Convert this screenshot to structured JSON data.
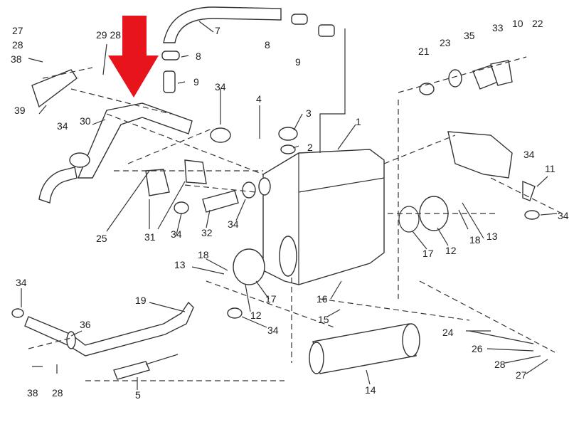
{
  "diagram": {
    "arrow_color": "#e8141c",
    "labels": {
      "l27a": "27",
      "l28a": "28",
      "l38a": "38",
      "l39": "39",
      "l29_28": "29 28",
      "l7": "7",
      "l8a": "8",
      "l8b": "8",
      "l9a": "9",
      "l9b": "9",
      "l34a": "34",
      "l30": "30",
      "l34b": "34",
      "l4": "4",
      "l3": "3",
      "l2": "2",
      "l1": "1",
      "l25": "25",
      "l31": "31",
      "l34c": "34",
      "l32": "32",
      "l34d": "34",
      "l21": "21",
      "l23": "23",
      "l35": "35",
      "l33": "33",
      "l10": "10",
      "l22": "22",
      "l34e": "34",
      "l11": "11",
      "l34f": "34",
      "l13a": "13",
      "l18a": "18",
      "l12a": "12",
      "l17a": "17",
      "l13b": "13",
      "l18b": "18",
      "l17b": "17",
      "l12b": "12",
      "l16": "16",
      "l15": "15",
      "l34g": "34",
      "l19": "19",
      "l36": "36",
      "l34h": "34",
      "l38b": "38",
      "l28b": "28",
      "l5": "5",
      "l14": "14",
      "l24": "24",
      "l26": "26",
      "l28c": "28",
      "l27b": "27"
    }
  }
}
